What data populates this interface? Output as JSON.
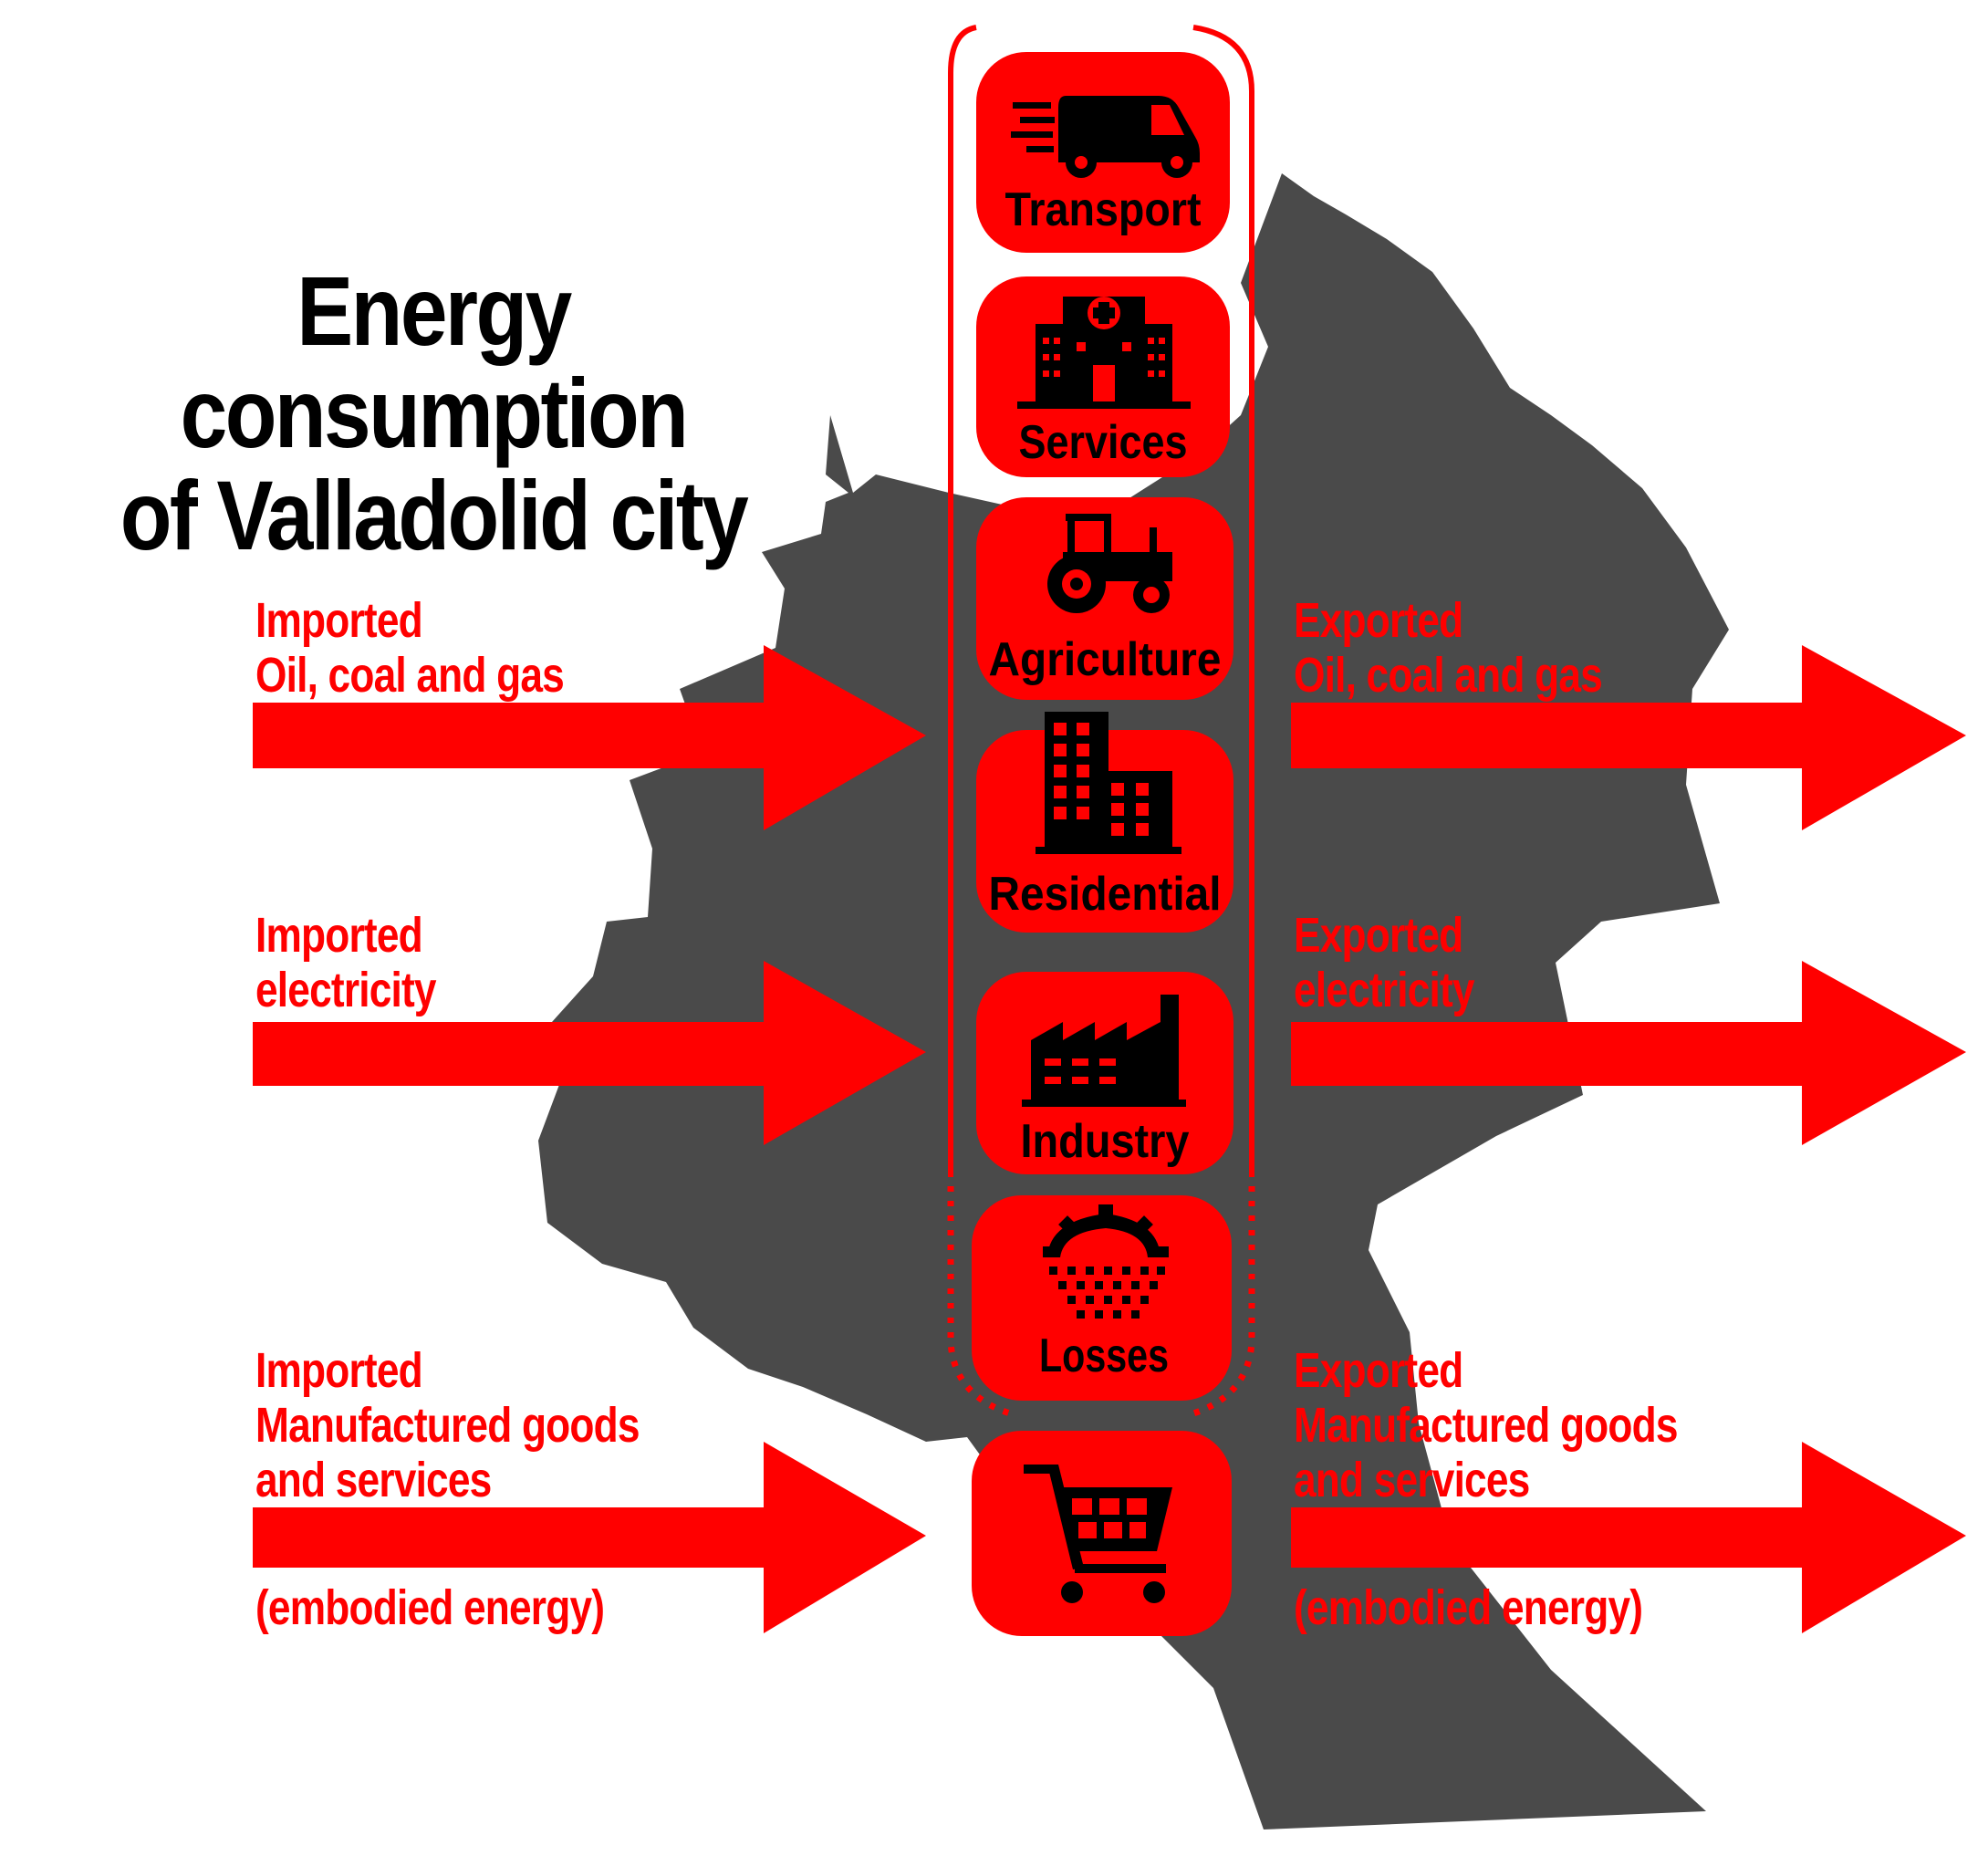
{
  "title": {
    "line1": "Energy consumption",
    "line2": "of Valladolid city"
  },
  "colors": {
    "accent": "#ff0000",
    "map": "#4a4a4a",
    "icon": "#000000"
  },
  "sectors": [
    {
      "label": "Transport",
      "icon": "delivery-van-icon"
    },
    {
      "label": "Services",
      "icon": "hospital-building-icon"
    },
    {
      "label": "Agriculture",
      "icon": "tractor-icon"
    },
    {
      "label": "Residential",
      "icon": "apartment-building-icon"
    },
    {
      "label": "Industry",
      "icon": "factory-icon"
    },
    {
      "label": "Losses",
      "icon": "dissipating-gear-icon"
    },
    {
      "label": "",
      "icon": "shopping-cart-icon"
    }
  ],
  "imports": [
    {
      "line1": "Imported",
      "line2": "Oil, coal and gas"
    },
    {
      "line1": "Imported",
      "line2": "electricity"
    },
    {
      "line1": "Imported",
      "line2": "Manufactured goods",
      "line3": "and services",
      "note": "(embodied energy)"
    }
  ],
  "exports": [
    {
      "line1": "Exported",
      "line2": "Oil, coal and gas"
    },
    {
      "line1": "Exported",
      "line2": "electricity"
    },
    {
      "line1": "Exported",
      "line2": "Manufactured goods",
      "line3": "and services",
      "note": "(embodied energy)"
    }
  ]
}
